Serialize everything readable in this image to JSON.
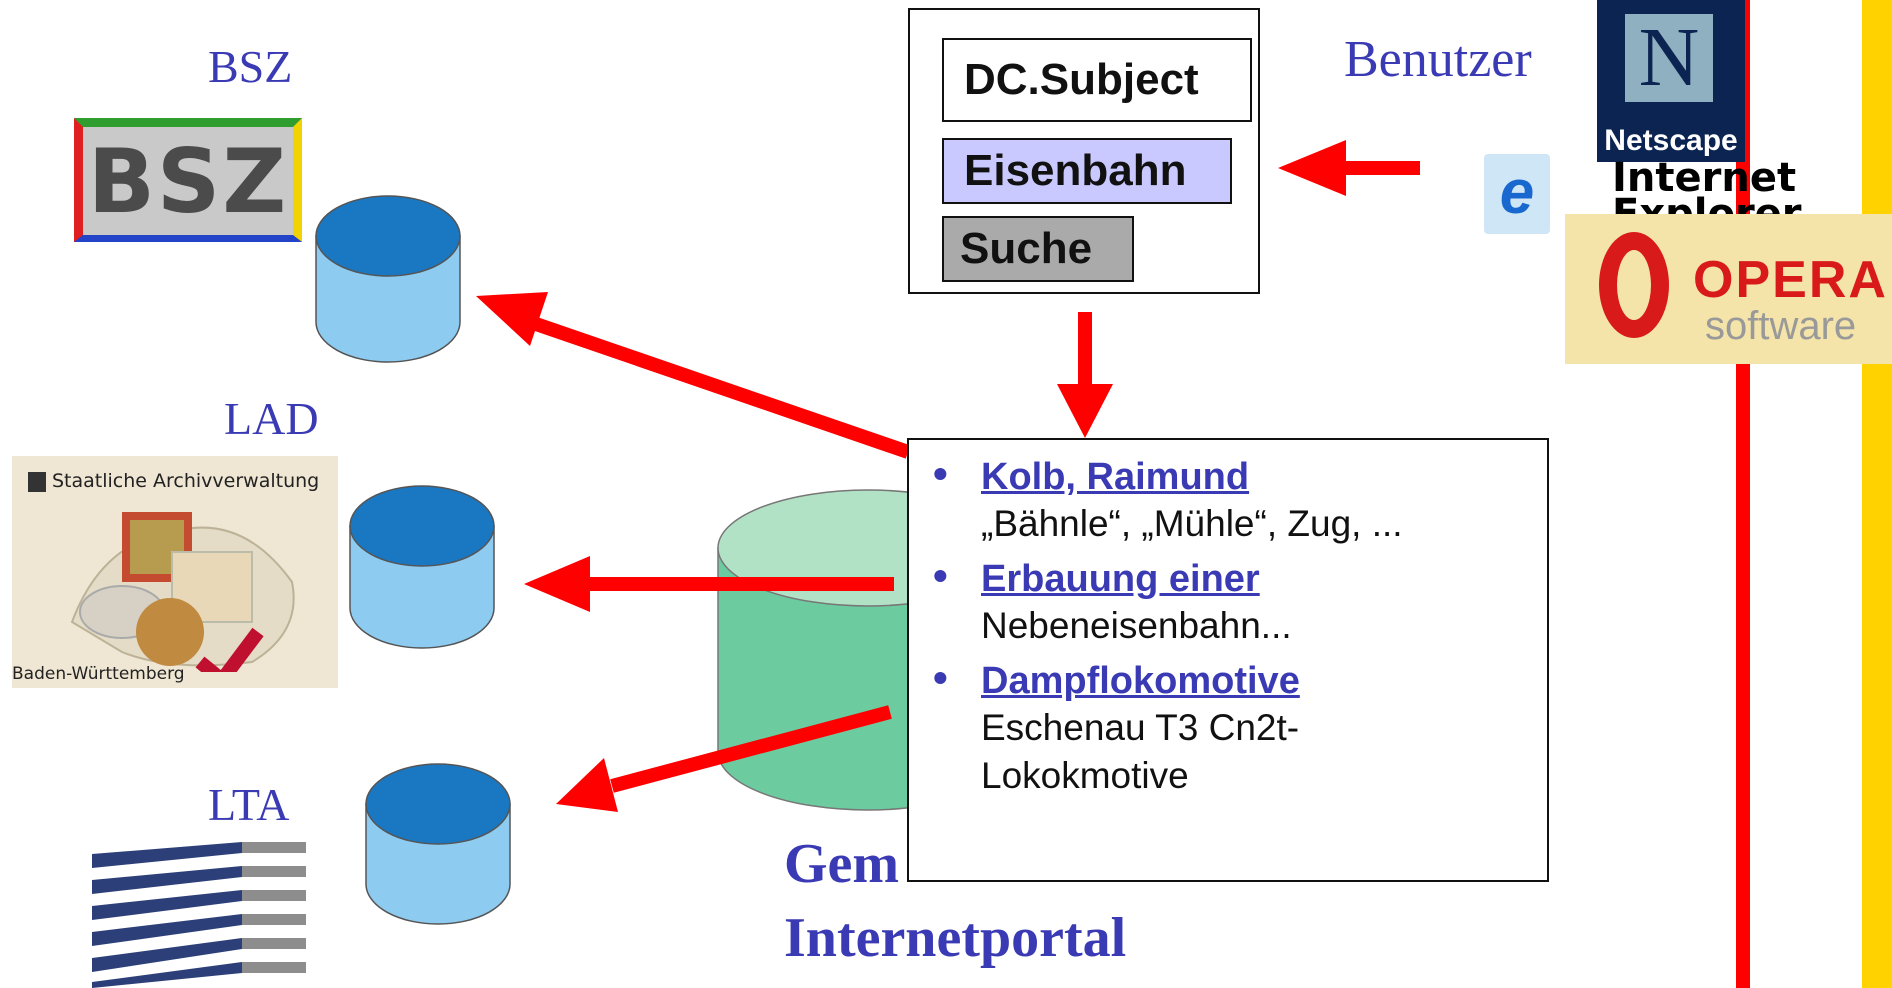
{
  "labels": {
    "bsz": "BSZ",
    "lad": "LAD",
    "lta": "LTA",
    "benutzer": "Benutzer",
    "portal_line1": "Gem",
    "portal_line2": "Internetportal"
  },
  "search_form": {
    "field_label": "DC.Subject",
    "field_value": "Eisenbahn",
    "button_label": "Suche"
  },
  "results": [
    {
      "title": "Kolb, Raimund",
      "description": "„Bähnle“, „Mühle“, Zug, ..."
    },
    {
      "title": "Erbauung einer",
      "description": "Nebeneisenbahn..."
    },
    {
      "title": "Dampflokomotive",
      "description": "Eschenau T3 Cn2t-Lokokmotive"
    }
  ],
  "logos": {
    "bsz_text": "BSZ",
    "lad_header": "Staatliche Archivverwaltung",
    "lad_footer": "Baden-Württemberg",
    "netscape_text": "Netscape",
    "ie_line1": "Internet",
    "ie_line2": "Explorer",
    "opera_word": "OPERA",
    "opera_sub": "software"
  },
  "colors": {
    "label_blue": "#3a3ab4",
    "arrow_red": "#ff0000",
    "db_blue_top": "#1a78c2",
    "db_blue_body": "#8ecbf0",
    "db_green_body": "#6ccca0",
    "db_green_top": "#b2e2c6",
    "accent_yellow": "#ffd200"
  }
}
